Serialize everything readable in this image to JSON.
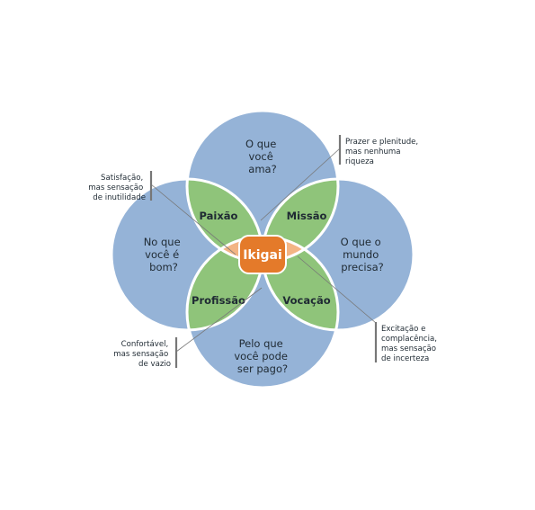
{
  "colors": {
    "outer_circle": "#95b3d7",
    "petal": "#8fc47a",
    "center_lens": "#f3b584",
    "center_badge": "#e47a2a",
    "outline": "#ffffff",
    "leader": "#777777",
    "bracket": "#777777"
  },
  "circles": {
    "top": [
      "O que",
      "você",
      "ama?"
    ],
    "left": [
      "No que",
      "você é",
      "bom?"
    ],
    "right": [
      "O que o",
      "mundo",
      "precisa?"
    ],
    "bottom": [
      "Pelo que",
      "você pode",
      "ser pago?"
    ]
  },
  "overlaps": {
    "top_left": "Paixão",
    "top_right": "Missão",
    "bottom_left": "Profissão",
    "bottom_right": "Vocação"
  },
  "center": "Ikigai",
  "notes": {
    "top_right": [
      "Prazer e plenitude,",
      "mas nenhuma",
      "riqueza"
    ],
    "top_left": [
      "Satisfação,",
      "mas sensação",
      "de inutilidade"
    ],
    "bottom_left": [
      "Confortável,",
      "mas sensação",
      "de vazio"
    ],
    "bottom_right": [
      "Excitação e",
      "complacência,",
      "mas sensação",
      "de incerteza"
    ]
  }
}
